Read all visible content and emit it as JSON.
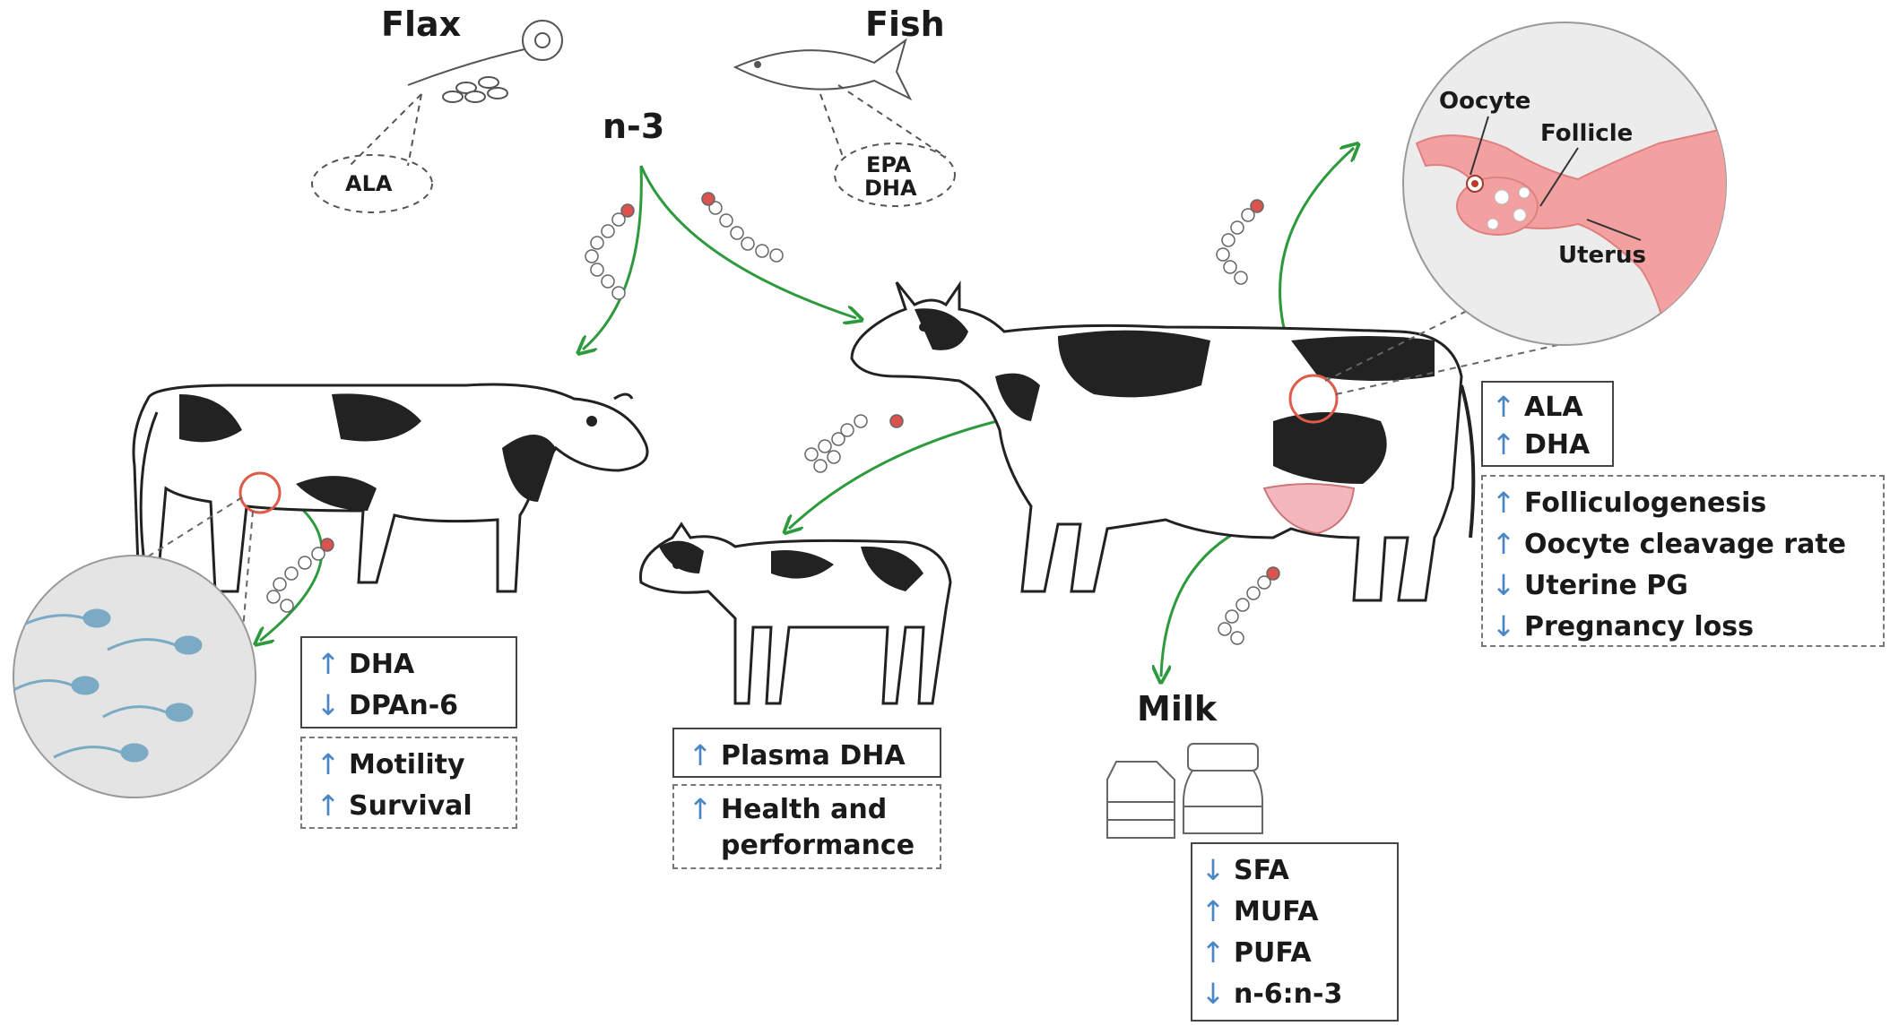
{
  "sources": {
    "flax": "Flax",
    "fish": "Fish",
    "n3": "n-3",
    "flax_fa": "ALA",
    "fish_fa": [
      "EPA",
      "DHA"
    ]
  },
  "ovary": {
    "oocyte": "Oocyte",
    "follicle": "Follicle",
    "uterus": "Uterus"
  },
  "bull": {
    "lipids": [
      {
        "dir": "↑",
        "text": "DHA"
      },
      {
        "dir": "↓",
        "text": "DPAn-6"
      }
    ],
    "effects": [
      {
        "dir": "↑",
        "text": "Motility"
      },
      {
        "dir": "↑",
        "text": "Survival"
      }
    ]
  },
  "calf": {
    "lipids": [
      {
        "dir": "↑",
        "text": "Plasma DHA"
      }
    ],
    "effects": [
      {
        "dir": "↑",
        "text": "Health and"
      },
      {
        "dir": "",
        "text": "performance"
      }
    ]
  },
  "cow": {
    "lipids": [
      {
        "dir": "↑",
        "text": "ALA"
      },
      {
        "dir": "↑",
        "text": "DHA"
      }
    ],
    "effects": [
      {
        "dir": "↑",
        "text": "Folliculogenesis"
      },
      {
        "dir": "↑",
        "text": "Oocyte cleavage rate"
      },
      {
        "dir": "↓",
        "text": "Uterine PG"
      },
      {
        "dir": "↓",
        "text": "Pregnancy loss"
      }
    ]
  },
  "milk": {
    "title": "Milk",
    "items": [
      {
        "dir": "↓",
        "text": "SFA"
      },
      {
        "dir": "↑",
        "text": "MUFA"
      },
      {
        "dir": "↑",
        "text": "PUFA"
      },
      {
        "dir": "↓",
        "text": "n-6:n-3"
      }
    ]
  },
  "colors": {
    "arrow": "#2e9a3e",
    "up_down": "#4a86c5",
    "highlight": "#e05a4a",
    "uterus": "#f2a0a0"
  }
}
